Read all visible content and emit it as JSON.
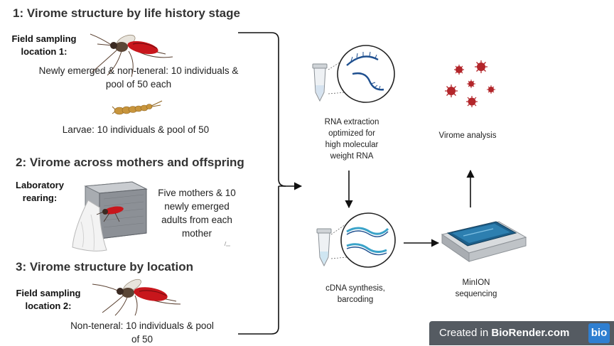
{
  "sections": {
    "s1": {
      "title": "1: Virome structure by life history stage",
      "site_label_line1": "Field sampling",
      "site_label_line2": "location 1:",
      "adults_line1": "Newly emerged & non-teneral: 10 individuals &",
      "adults_line2": "pool of 50 each",
      "larvae": "Larvae: 10 individuals & pool of 50"
    },
    "s2": {
      "title": "2: Virome across mothers and offspring",
      "label_line1": "Laboratory",
      "label_line2": "rearing:",
      "desc_line1": "Five mothers & 10",
      "desc_line2": "newly emerged",
      "desc_line3": "adults from each",
      "desc_line4": "mother"
    },
    "s3": {
      "title": "3: Virome structure by location",
      "site_label_line1": "Field sampling",
      "site_label_line2": "location 2:",
      "desc_line1": "Non-teneral: 10 individuals & pool",
      "desc_line2": "of 50"
    }
  },
  "workflow": {
    "rna_line1": "RNA extraction",
    "rna_line2": "optimized for",
    "rna_line3": "high molecular",
    "rna_line4": "weight RNA",
    "cdna_line1": "cDNA synthesis,",
    "cdna_line2": "barcoding",
    "minion_line1": "MinION",
    "minion_line2": "sequencing",
    "virome": "Virome analysis"
  },
  "badge": {
    "prefix": "Created in ",
    "brand": "BioRender.com",
    "logo": "bio"
  },
  "colors": {
    "mosquito_body": "#c8161c",
    "mosquito_dark": "#3b2a22",
    "larva": "#c8953c",
    "dna_blue": "#1e4f8f",
    "cdna_teal": "#3aa3c9",
    "virus": "#b3262b",
    "screen": "#1d5f8a"
  }
}
